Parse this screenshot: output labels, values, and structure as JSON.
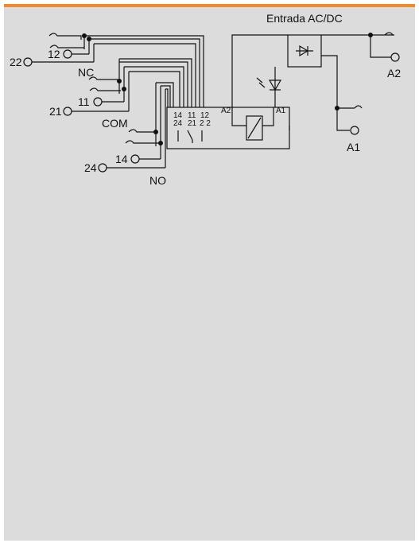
{
  "header": {
    "accent_color": "#f08a2b",
    "panel_color": "#dcdcdc"
  },
  "diagram": {
    "input_label": "Entrada AC/DC",
    "groups": {
      "nc": {
        "label": "NC",
        "left_terminal": "22",
        "right_terminal": "12"
      },
      "com": {
        "label": "COM",
        "left_terminal": "21",
        "right_terminal": "11"
      },
      "no": {
        "label": "NO",
        "left_terminal": "24",
        "right_terminal": "14"
      }
    },
    "supply": {
      "positive": "A2",
      "negative": "A1"
    },
    "relay_block": {
      "row1": [
        "14",
        "11",
        "12"
      ],
      "row2": [
        "24",
        "21",
        "2 2"
      ],
      "coil_left": "A2",
      "coil_right": "A1"
    }
  }
}
